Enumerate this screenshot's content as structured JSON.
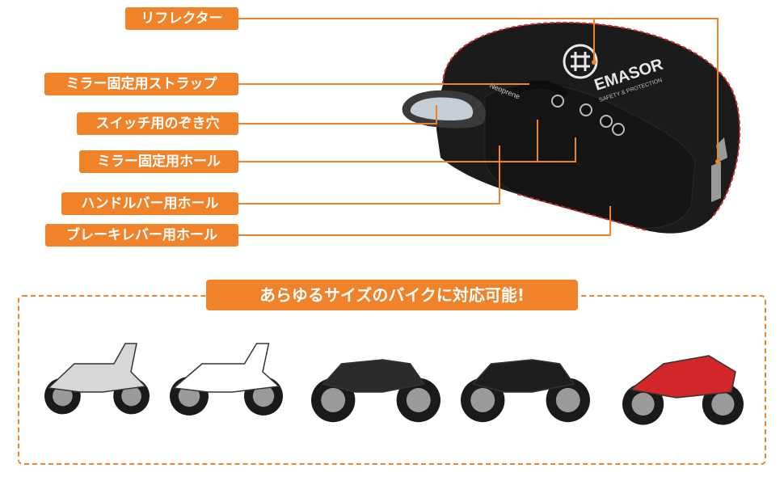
{
  "callouts": [
    {
      "id": "reflector",
      "text": "リフレクター"
    },
    {
      "id": "mirror-strap",
      "text": "ミラー固定用ストラップ"
    },
    {
      "id": "switch-window",
      "text": "スイッチ用のぞき穴"
    },
    {
      "id": "mirror-hole",
      "text": "ミラー固定用ホール"
    },
    {
      "id": "handlebar-hole",
      "text": "ハンドルバー用ホール"
    },
    {
      "id": "brake-lever-hole",
      "text": "ブレーキレバー用ホール"
    }
  ],
  "product": {
    "brand": "EMASOR",
    "tagline": "SAFETY & PROTECTION",
    "material": "Neoprene"
  },
  "compat": {
    "title": "あらゆるサイズのバイクに対応可能!"
  },
  "bikes": [
    {
      "name": "white-scooter",
      "color": "#d7d7d7",
      "kind": "scooter"
    },
    {
      "name": "white-red-scooter",
      "color": "#ffffff",
      "kind": "scooter"
    },
    {
      "name": "naked-motorcycle",
      "color": "#2b2b2b",
      "kind": "bike"
    },
    {
      "name": "cruiser-motorcycle",
      "color": "#1e1e1e",
      "kind": "cruiser"
    },
    {
      "name": "red-sport-motorcycle",
      "color": "#d1272b",
      "kind": "sport"
    }
  ],
  "colors": {
    "accent": "#f0822a",
    "stitch": "#d0282c",
    "body": "#1b1b1b"
  }
}
